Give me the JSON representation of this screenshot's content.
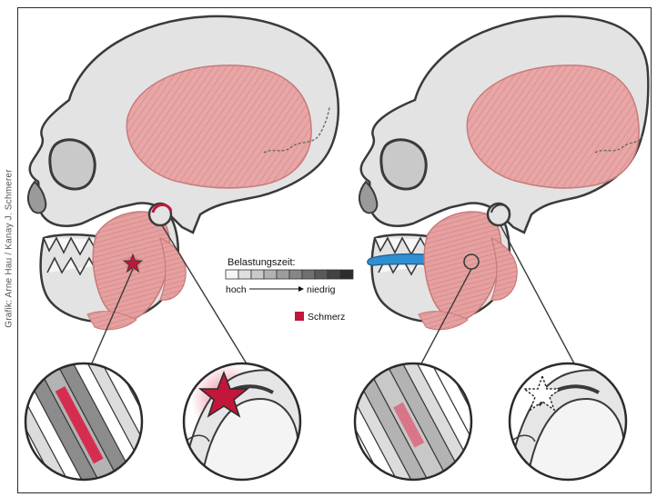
{
  "credit": "Grafik: Arne Hau / Kanay J. Schmerer",
  "legend": {
    "title": "Belastungszeit:",
    "scale_left": "hoch",
    "scale_right": "niedrig",
    "pain_label": "Schmerz",
    "pain_color": "#c2163a",
    "scale_steps": 10
  },
  "colors": {
    "bone": "#e3e3e3",
    "bone_outline": "#3a3a3a",
    "muscle": "#e8a6a6",
    "muscle_dark": "#c97a7a",
    "splint": "#2f8fd0",
    "pain": "#c2163a",
    "teeth": "#f7f7f7"
  },
  "icons": [
    "skull-left-icon",
    "skull-right-icon",
    "muscle-detail-icon",
    "joint-detail-icon",
    "pain-star-icon"
  ]
}
